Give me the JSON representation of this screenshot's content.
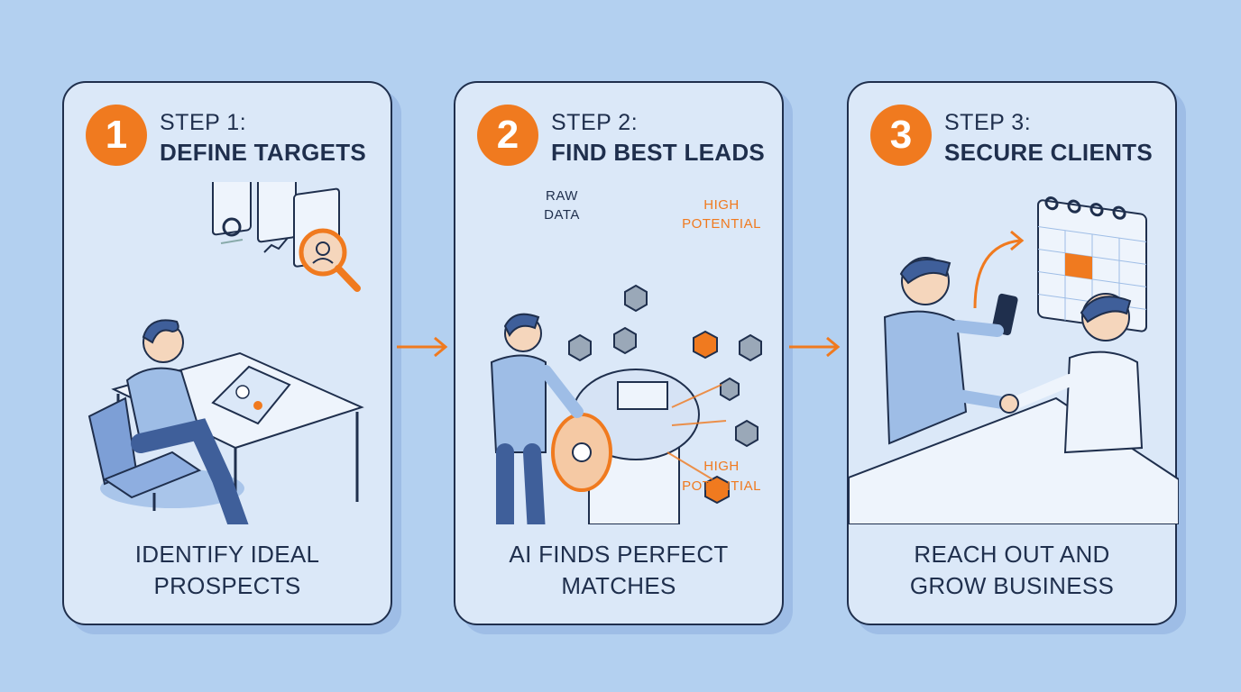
{
  "steps": [
    {
      "number": "1",
      "label": "STEP 1:",
      "title": "DEFINE TARGETS",
      "caption": [
        "IDENTIFY IDEAL",
        "PROSPECTS"
      ]
    },
    {
      "number": "2",
      "label": "STEP 2:",
      "title": "FIND BEST LEADS",
      "caption": [
        "AI FINDS PERFECT",
        "MATCHES"
      ]
    },
    {
      "number": "3",
      "label": "STEP 3:",
      "title": "SECURE CLIENTS",
      "caption": [
        "REACH OUT AND",
        "GROW BUSINESS"
      ]
    }
  ],
  "machine_labels": {
    "raw": [
      "RAW",
      "DATA"
    ],
    "high_top": [
      "HIGH",
      "POTENTIAL"
    ],
    "high_bottom": [
      "HIGH",
      "POTENTIAL"
    ]
  },
  "colors": {
    "accent": "#f07a1f",
    "ink": "#1f2f4d",
    "card": "#dbe8f8",
    "background": "#b3d0f0"
  }
}
